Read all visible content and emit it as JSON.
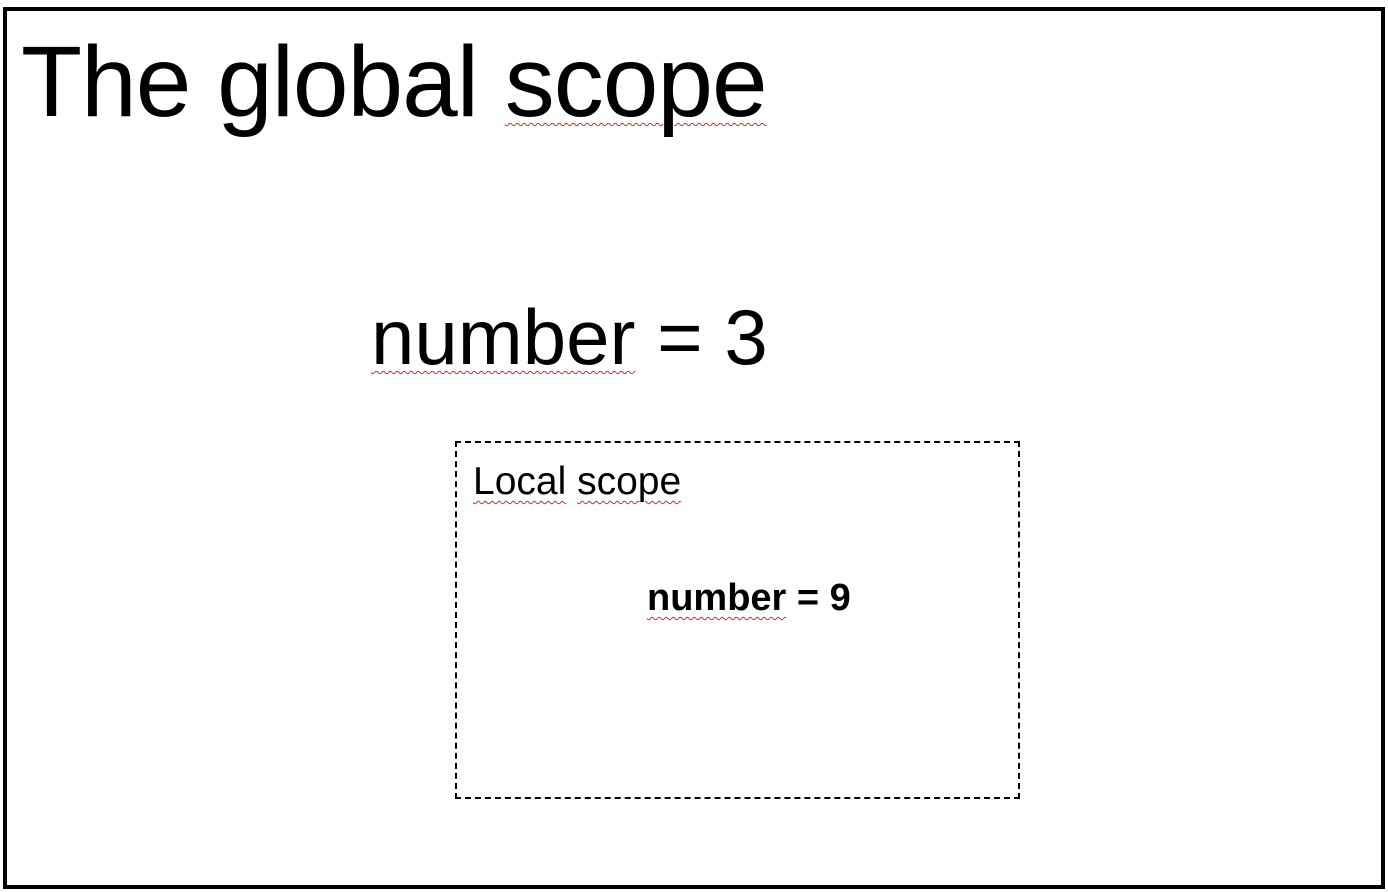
{
  "slide": {
    "title_word1": "The global",
    "title_word2": "scope",
    "global_var_name": "number",
    "global_var_rest": " = 3",
    "local_scope": {
      "label_word1": "Local",
      "label_word2": "scope",
      "local_var_name": "number",
      "local_var_rest": " = 9"
    }
  },
  "colors": {
    "text": "#000000",
    "border": "#000000",
    "spellcheck_underline": "#d62b2b",
    "background": "#ffffff"
  }
}
